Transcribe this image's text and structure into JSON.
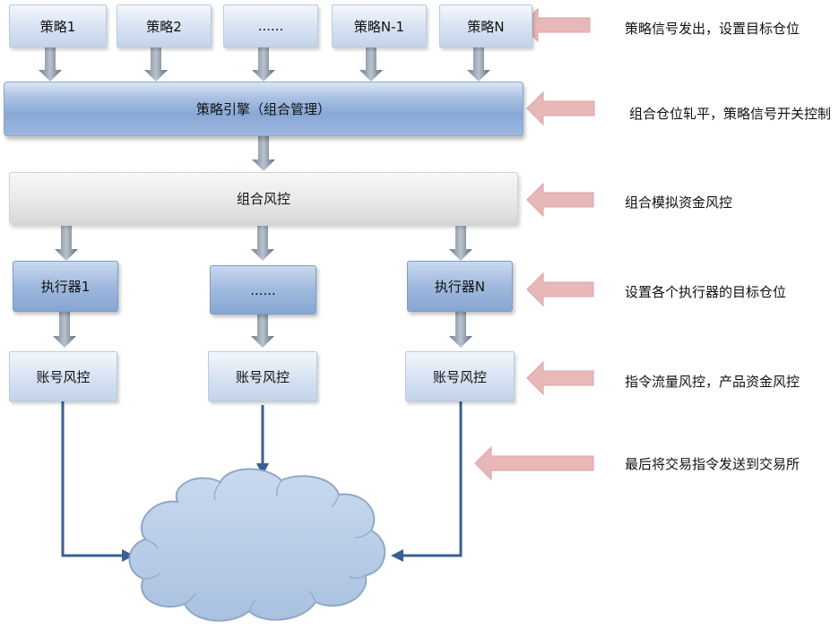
{
  "strategies": [
    "策略1",
    "策略2",
    "......",
    "策略N-1",
    "策略N"
  ],
  "engine": "策略引擎（组合管理）",
  "portfolio_risk": "组合风控",
  "executors": [
    "执行器1",
    "......",
    "执行器N"
  ],
  "account_risk": [
    "账号风控",
    "账号风控",
    "账号风控"
  ],
  "notes": [
    "策略信号发出，设置目标仓位",
    "组合仓位轧平，策略信号开关控制",
    "组合模拟资金风控",
    "设置各个执行器的目标仓位",
    "指令流量风控，产品资金风控",
    "最后将交易指令发送到交易所"
  ],
  "colors": {
    "note_arrow": "#e8b8b8",
    "flow_line": "#3a5f95",
    "cloud_fill": "#b8cde6",
    "cloud_stroke": "#8fa7c8"
  }
}
